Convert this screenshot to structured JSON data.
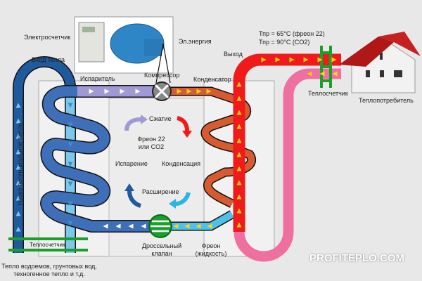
{
  "labels": {
    "electric_meter": "Электросчетчик",
    "electric_energy": "Эл.энергия",
    "heat_input": "Вход тепла",
    "evaporator": "Испаритель",
    "compressor": "Компрессор",
    "condenser": "Конденсатор",
    "output": "Выход",
    "temp_freon22": "Тпр = 65°C (фреон 22)",
    "temp_co2": "Тпр = 90°C (CO2)",
    "heat_meter_top": "Теплосчетчик",
    "heat_consumer": "Теплопотребитель",
    "low_potential_heat": "Низко потенциальное тепло",
    "compression": "Сжатие",
    "refrigerant_line1": "Фреон 22",
    "refrigerant_line2": "или CO2",
    "evaporation": "Испарение",
    "condensation": "Конденсация",
    "expansion": "Расширение",
    "heat_meter_bottom": "Теплосчетчик",
    "throttle_line1": "Дроссельный",
    "throttle_line2": "клапан",
    "freon_liquid_line1": "Фреон",
    "freon_liquid_line2": "(жидкость)",
    "heat_sources_line1": "Тепло водоемов, грунтовых вод,",
    "heat_sources_line2": "техногенное тепло и т.д.",
    "watermark": "PROFITEPLO.COM"
  },
  "colors": {
    "dark_blue": "#1f5a9c",
    "light_blue": "#7cc8ea",
    "purple": "#9f9ad6",
    "red": "#f01a1a",
    "pink": "#ef6fa0",
    "green": "#1aa02a",
    "arrow_yellow": "#ffd21a"
  }
}
